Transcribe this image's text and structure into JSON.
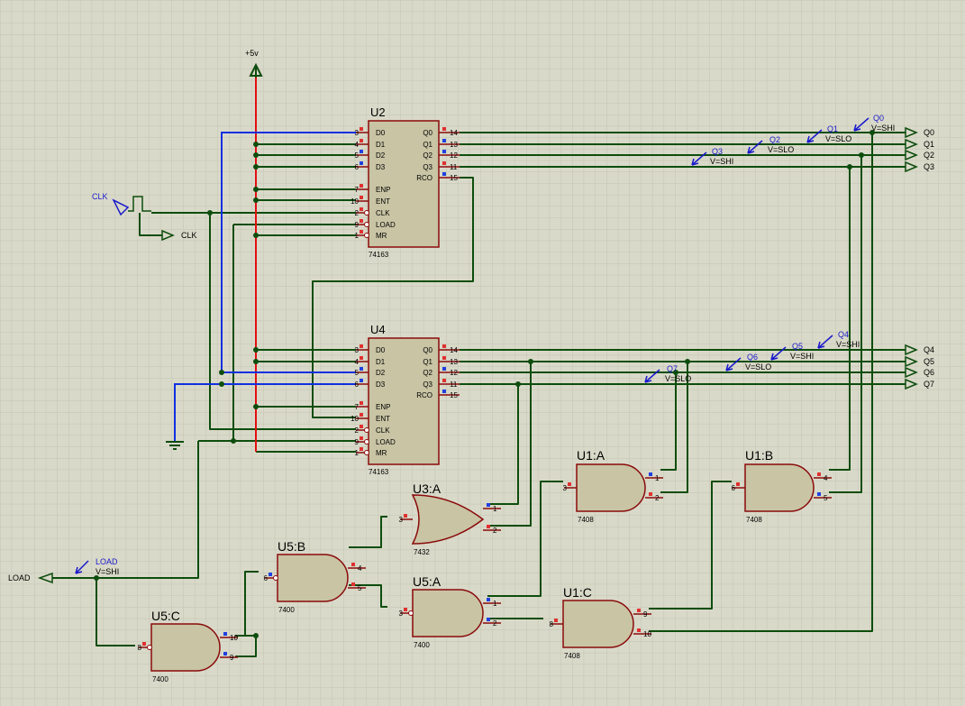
{
  "supply_label": "+5v",
  "clk_generator_label": "CLK",
  "clk_terminal_label": "CLK",
  "load_terminal_label": "LOAD",
  "load_probe": {
    "name": "LOAD",
    "state": "V=SHI"
  },
  "chips": [
    {
      "id": "u2",
      "ref": "U2",
      "part": "74163",
      "left_pins": [
        {
          "num": "3",
          "name": "D0",
          "pol": "h"
        },
        {
          "num": "4",
          "name": "D1",
          "pol": "h"
        },
        {
          "num": "5",
          "name": "D2",
          "pol": "l"
        },
        {
          "num": "6",
          "name": "D3",
          "pol": "l"
        },
        {
          "num": "7",
          "name": "ENP",
          "pol": "h"
        },
        {
          "num": "10",
          "name": "ENT",
          "pol": "h"
        },
        {
          "num": "2",
          "name": "CLK",
          "pol": "h"
        },
        {
          "num": "9",
          "name": "LOAD",
          "pol": "h"
        },
        {
          "num": "1",
          "name": "MR",
          "pol": "h"
        }
      ],
      "right_pins": [
        {
          "num": "14",
          "name": "Q0",
          "pol": "h"
        },
        {
          "num": "13",
          "name": "Q1",
          "pol": "l"
        },
        {
          "num": "12",
          "name": "Q2",
          "pol": "l"
        },
        {
          "num": "11",
          "name": "Q3",
          "pol": "h"
        },
        {
          "num": "15",
          "name": "RCO",
          "pol": "l"
        }
      ]
    },
    {
      "id": "u4",
      "ref": "U4",
      "part": "74163",
      "left_pins": [
        {
          "num": "3",
          "name": "D0",
          "pol": "h"
        },
        {
          "num": "4",
          "name": "D1",
          "pol": "h"
        },
        {
          "num": "5",
          "name": "D2",
          "pol": "l"
        },
        {
          "num": "6",
          "name": "D3",
          "pol": "l"
        },
        {
          "num": "7",
          "name": "ENP",
          "pol": "h"
        },
        {
          "num": "10",
          "name": "ENT",
          "pol": "h"
        },
        {
          "num": "2",
          "name": "CLK",
          "pol": "h"
        },
        {
          "num": "9",
          "name": "LOAD",
          "pol": "h"
        },
        {
          "num": "1",
          "name": "MR",
          "pol": "h"
        }
      ],
      "right_pins": [
        {
          "num": "14",
          "name": "Q0",
          "pol": "h"
        },
        {
          "num": "13",
          "name": "Q1",
          "pol": "h"
        },
        {
          "num": "12",
          "name": "Q2",
          "pol": "l"
        },
        {
          "num": "11",
          "name": "Q3",
          "pol": "h"
        },
        {
          "num": "15",
          "name": "RCO",
          "pol": "l"
        }
      ]
    }
  ],
  "gates": [
    {
      "id": "u1a",
      "ref": "U1:A",
      "part": "7408",
      "type": "and",
      "in1": "1",
      "in2": "2",
      "out": "3",
      "p1": "l",
      "p2": "h",
      "po": "h"
    },
    {
      "id": "u1b",
      "ref": "U1:B",
      "part": "7408",
      "type": "and",
      "in1": "4",
      "in2": "5",
      "out": "6",
      "p1": "h",
      "p2": "l",
      "po": "h"
    },
    {
      "id": "u3a",
      "ref": "U3:A",
      "part": "7432",
      "type": "or",
      "in1": "1",
      "in2": "2",
      "out": "3",
      "p1": "l",
      "p2": "h",
      "po": "h"
    },
    {
      "id": "u5b",
      "ref": "U5:B",
      "part": "7400",
      "type": "nand",
      "in1": "4",
      "in2": "5",
      "out": "6",
      "p1": "h",
      "p2": "h",
      "po": "l"
    },
    {
      "id": "u5a",
      "ref": "U5:A",
      "part": "7400",
      "type": "nand",
      "in1": "1",
      "in2": "2",
      "out": "3",
      "p1": "l",
      "p2": "l",
      "po": "h"
    },
    {
      "id": "u5c",
      "ref": "U5:C",
      "part": "7400",
      "type": "nand",
      "in1": "10",
      "in2": "9",
      "out": "8",
      "p1": "l",
      "p2": "l",
      "po": "h"
    },
    {
      "id": "u1c",
      "ref": "U1:C",
      "part": "7408",
      "type": "and",
      "in1": "9",
      "in2": "10",
      "out": "8",
      "p1": "h",
      "p2": "h",
      "po": "h"
    }
  ],
  "output_terminals": [
    "Q0",
    "Q1",
    "Q2",
    "Q3",
    "Q4",
    "Q5",
    "Q6",
    "Q7"
  ],
  "probes": [
    {
      "id": "q0",
      "name": "Q0",
      "state": "V=SHI"
    },
    {
      "id": "q1",
      "name": "Q1",
      "state": "V=SLO"
    },
    {
      "id": "q2",
      "name": "Q2",
      "state": "V=SLO"
    },
    {
      "id": "q3",
      "name": "Q3",
      "state": "V=SHI"
    },
    {
      "id": "q4",
      "name": "Q4",
      "state": "V=SHI"
    },
    {
      "id": "q5",
      "name": "Q5",
      "state": "V=SHI"
    },
    {
      "id": "q6",
      "name": "Q6",
      "state": "V=SLO"
    },
    {
      "id": "q7",
      "name": "Q7",
      "state": "V=SLO"
    }
  ],
  "colors": {
    "background": "#d9d9c9",
    "grid": "#c4c4b2",
    "wire": "#0d4d0d",
    "supply": "#e01010",
    "ground_wire": "#1030e0",
    "component_fill": "#c8c4a4",
    "component_stroke": "#8a0a0a",
    "probe": "#1a1acc",
    "pin_high": "#e03030",
    "pin_low": "#2040e0"
  }
}
